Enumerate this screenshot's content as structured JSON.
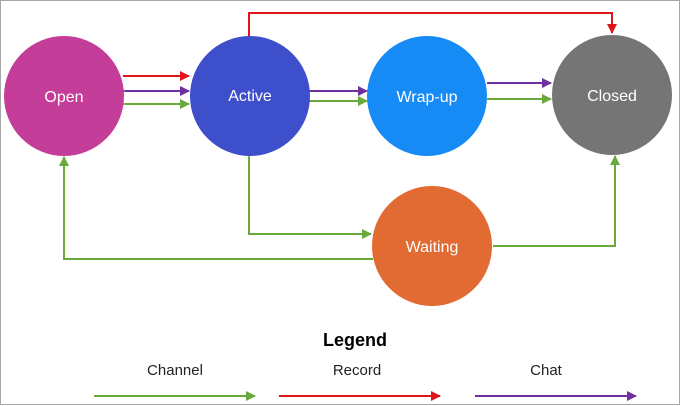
{
  "diagram": {
    "nodes": {
      "open": {
        "label": "Open",
        "color": "#c43d99"
      },
      "active": {
        "label": "Active",
        "color": "#3d4fca"
      },
      "wrapup": {
        "label": "Wrap-up",
        "color": "#168bf5"
      },
      "closed": {
        "label": "Closed",
        "color": "#757575"
      },
      "waiting": {
        "label": "Waiting",
        "color": "#e26b33"
      }
    },
    "colors": {
      "channel": "#6aaa3d",
      "record": "#e0141b",
      "chat": "#7031a0"
    }
  },
  "legend": {
    "title": "Legend",
    "channel": "Channel",
    "record": "Record",
    "chat": "Chat"
  }
}
